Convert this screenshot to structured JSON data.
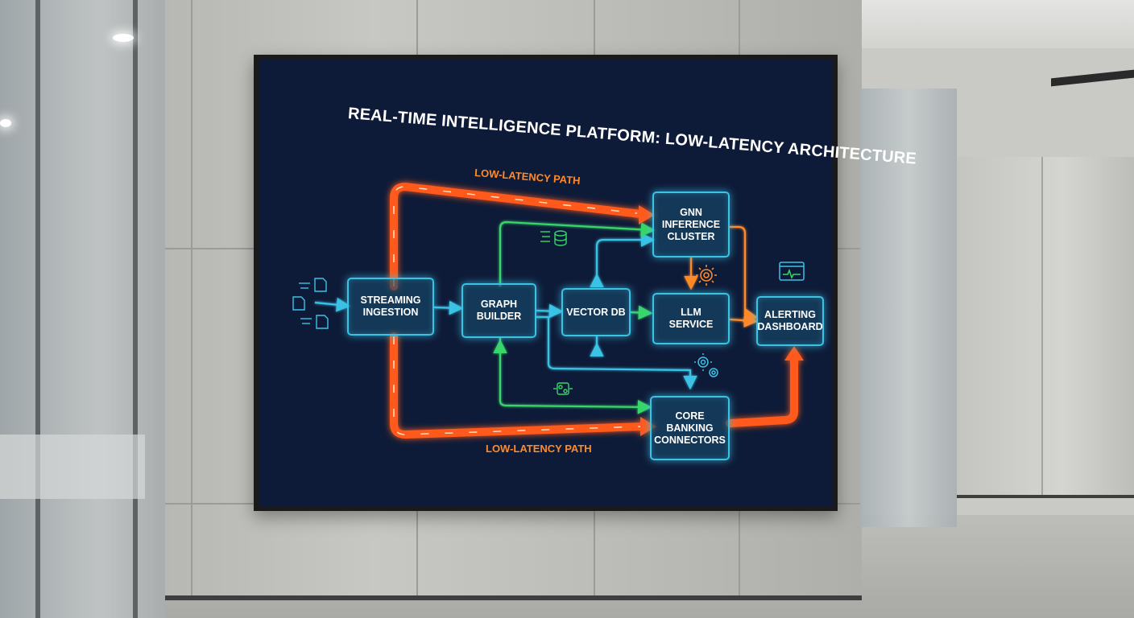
{
  "diagram": {
    "title": "REAL-TIME INTELLIGENCE PLATFORM: LOW-LATENCY ARCHITECTURE",
    "top_path_label": "LOW-LATENCY PATH",
    "bottom_path_label": "LOW-LATENCY PATH",
    "nodes": {
      "streaming_ingestion": [
        "STREAMING",
        "INGESTION"
      ],
      "graph_builder": [
        "GRAPH",
        "BUILDER"
      ],
      "vector_db": [
        "VECTOR DB"
      ],
      "gnn_inference_cluster": [
        "GNN",
        "INFERENCE",
        "CLUSTER"
      ],
      "llm_service": [
        "LLM",
        "SERVICE"
      ],
      "alerting_dashboard": [
        "ALERTING",
        "DASHBOARD"
      ],
      "core_banking_connectors": [
        "CORE BANKING",
        "CONNECTORS"
      ]
    },
    "edges": [
      {
        "from": "input-files",
        "to": "streaming_ingestion",
        "color": "#3bc3e6"
      },
      {
        "from": "streaming_ingestion",
        "to": "graph_builder",
        "color": "#3bc3e6"
      },
      {
        "from": "graph_builder",
        "to": "vector_db",
        "color": "#3bc3e6"
      },
      {
        "from": "vector_db",
        "to": "llm_service",
        "color": "#38d66b"
      },
      {
        "from": "graph_builder",
        "to": "gnn_inference_cluster",
        "color": "#38d66b"
      },
      {
        "from": "vector_db",
        "to": "gnn_inference_cluster",
        "color": "#3bc3e6"
      },
      {
        "from": "gnn_inference_cluster",
        "to": "llm_service",
        "color": "#ff8a2a"
      },
      {
        "from": "gnn_inference_cluster",
        "to": "alerting_dashboard",
        "color": "#ff8a2a"
      },
      {
        "from": "llm_service",
        "to": "alerting_dashboard",
        "color": "#ff8a2a"
      },
      {
        "from": "graph_builder",
        "to": "core_banking_connectors",
        "color": "#38d66b"
      },
      {
        "from": "vector_db",
        "to": "core_banking_connectors",
        "color": "#3bc3e6"
      },
      {
        "from": "core_banking_connectors",
        "to": "alerting_dashboard",
        "color": "#ff5a1f"
      },
      {
        "from": "streaming_ingestion",
        "to": "gnn_inference_cluster",
        "color": "#ff5a1f"
      },
      {
        "from": "streaming_ingestion",
        "to": "core_banking_connectors",
        "color": "#ff5a1f"
      }
    ],
    "colors": {
      "screen_bg": "#0e1b38",
      "node_border": "#3bc3e6",
      "low_latency_path": "#ff5a1f",
      "green_flow": "#38d66b",
      "orange_flow": "#ff8a2a"
    },
    "icons": [
      "document-icon",
      "database-icon",
      "gear-icon",
      "monitor-heartbeat-icon",
      "gears-icon",
      "cluster-icon"
    ]
  }
}
